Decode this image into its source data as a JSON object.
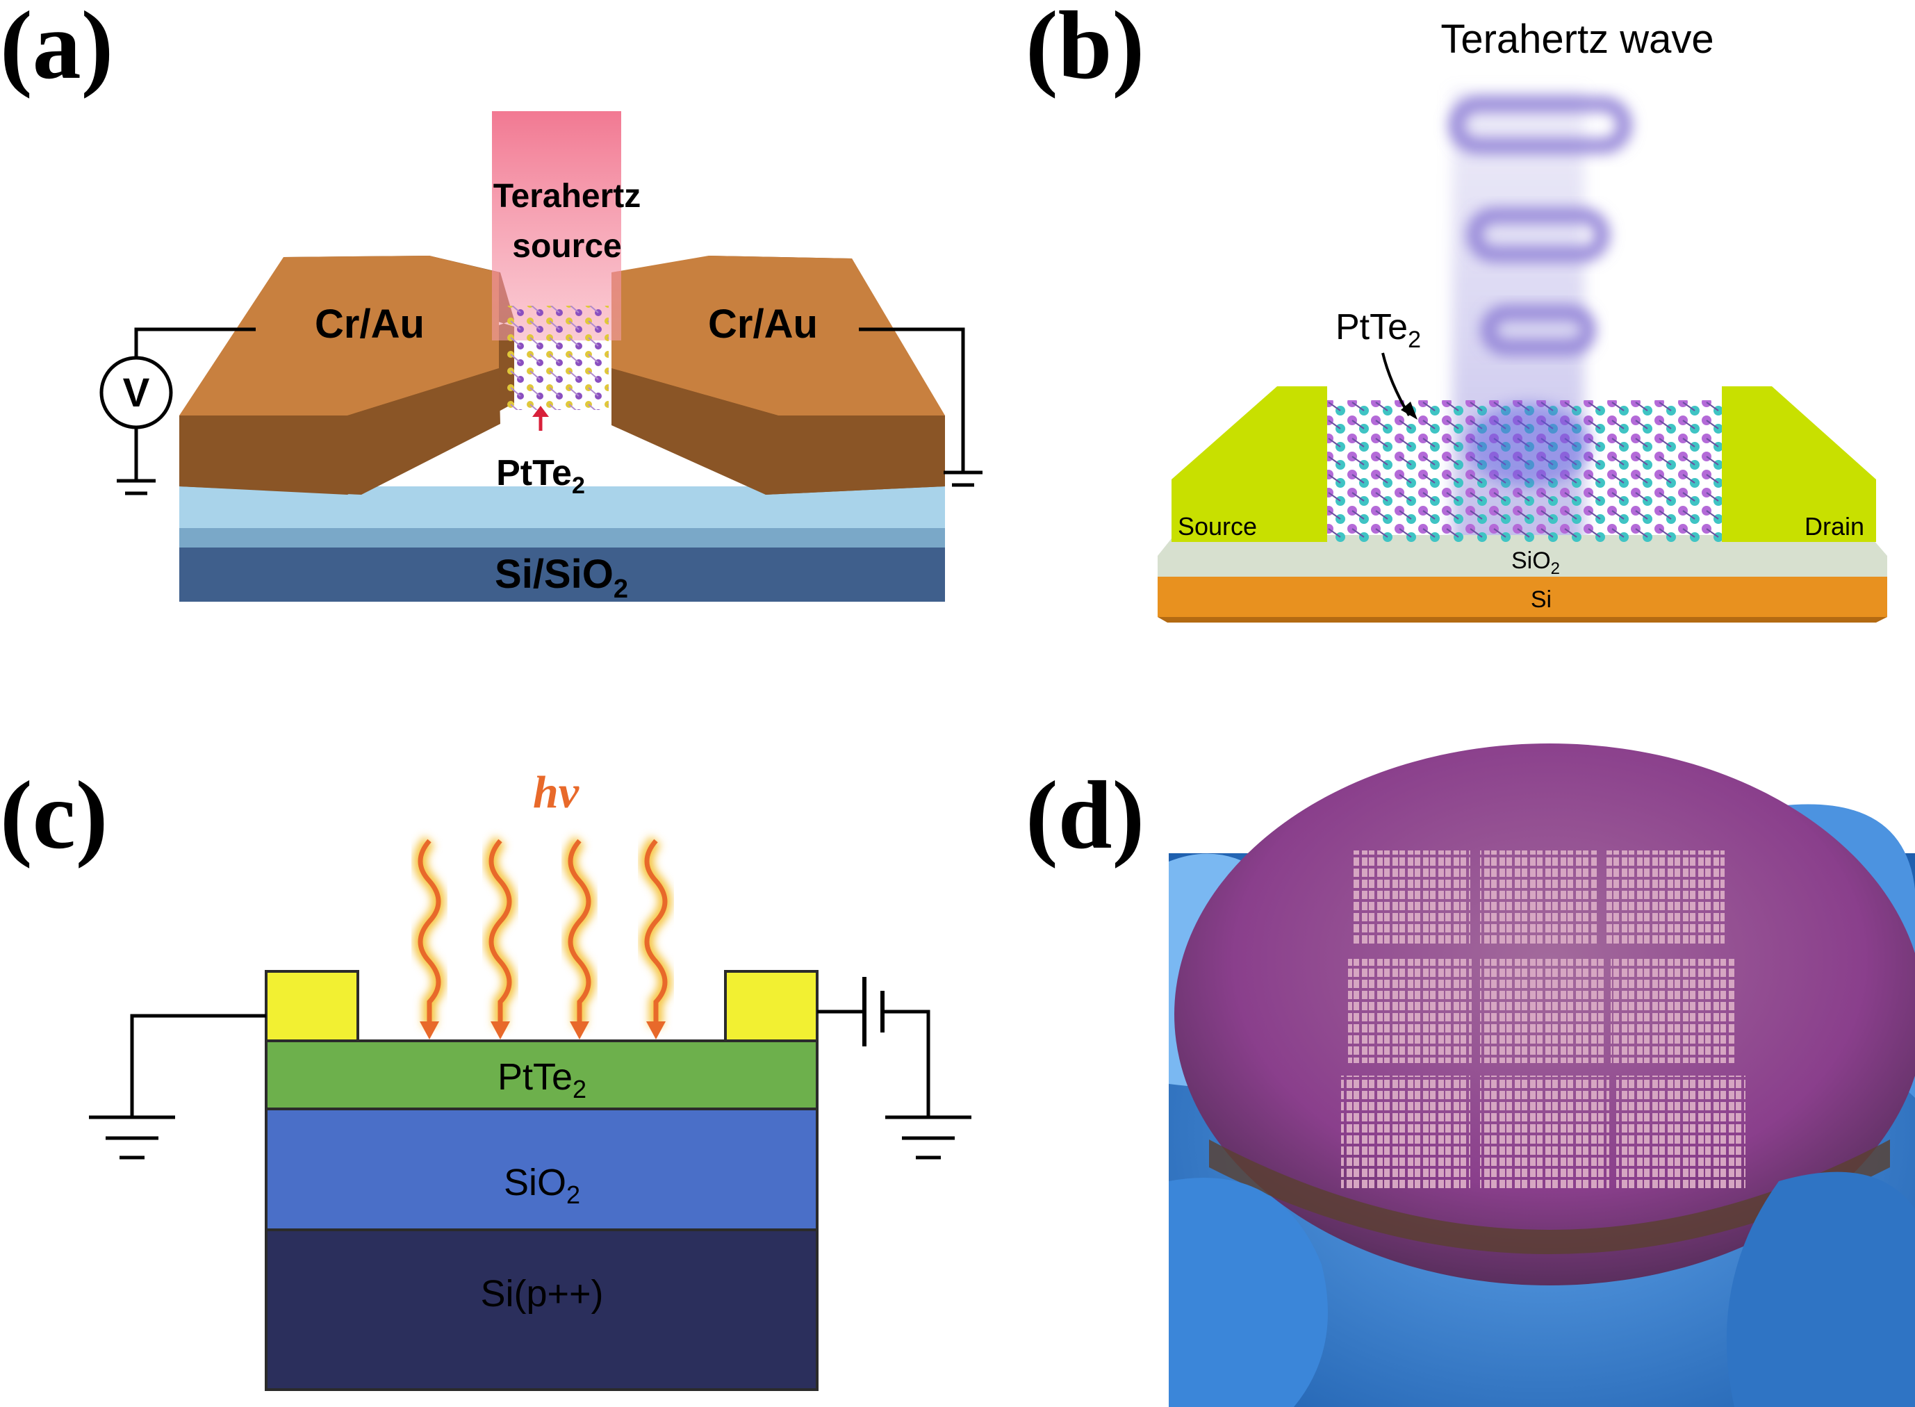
{
  "panels": {
    "a": {
      "label": "(a)",
      "source_line1": "Terahertz",
      "source_line2": "source",
      "electrode_left": "Cr/Au",
      "electrode_right": "Cr/Au",
      "meter": "V",
      "material": "PtTe",
      "material_sub": "2",
      "substrate": "Si/SiO",
      "substrate_sub": "2"
    },
    "b": {
      "label": "(b)",
      "wave_label": "Terahertz wave",
      "material": "PtTe",
      "material_sub": "2",
      "source": "Source",
      "drain": "Drain",
      "oxide": "SiO",
      "oxide_sub": "2",
      "substrate": "Si"
    },
    "c": {
      "label": "(c)",
      "photon": "hv",
      "layer1": "PtTe",
      "layer1_sub": "2",
      "layer2": "SiO",
      "layer2_sub": "2",
      "layer3": "Si(p++)"
    },
    "d": {
      "label": "(d)"
    }
  },
  "colors": {
    "electrode_a": "#c8803f",
    "electrode_a_side": "#8a5526",
    "substrate_a_top": "#a9d3ea",
    "substrate_a_bottom": "#3f5f8c",
    "thz_beam": "#f06a86",
    "contact_b": "#c8e000",
    "oxide_b": "#d7e0cf",
    "si_b": "#e8911f",
    "wave_b": "#8e7fd6",
    "pad_c": "#f2f032",
    "ptte2_c": "#6db04c",
    "sio2_c": "#4a6fc8",
    "si_c": "#2b2f5c",
    "photon_c": "#e8692a",
    "wafer_d": "#8e4a8f",
    "glove_d": "#3b86d9"
  }
}
